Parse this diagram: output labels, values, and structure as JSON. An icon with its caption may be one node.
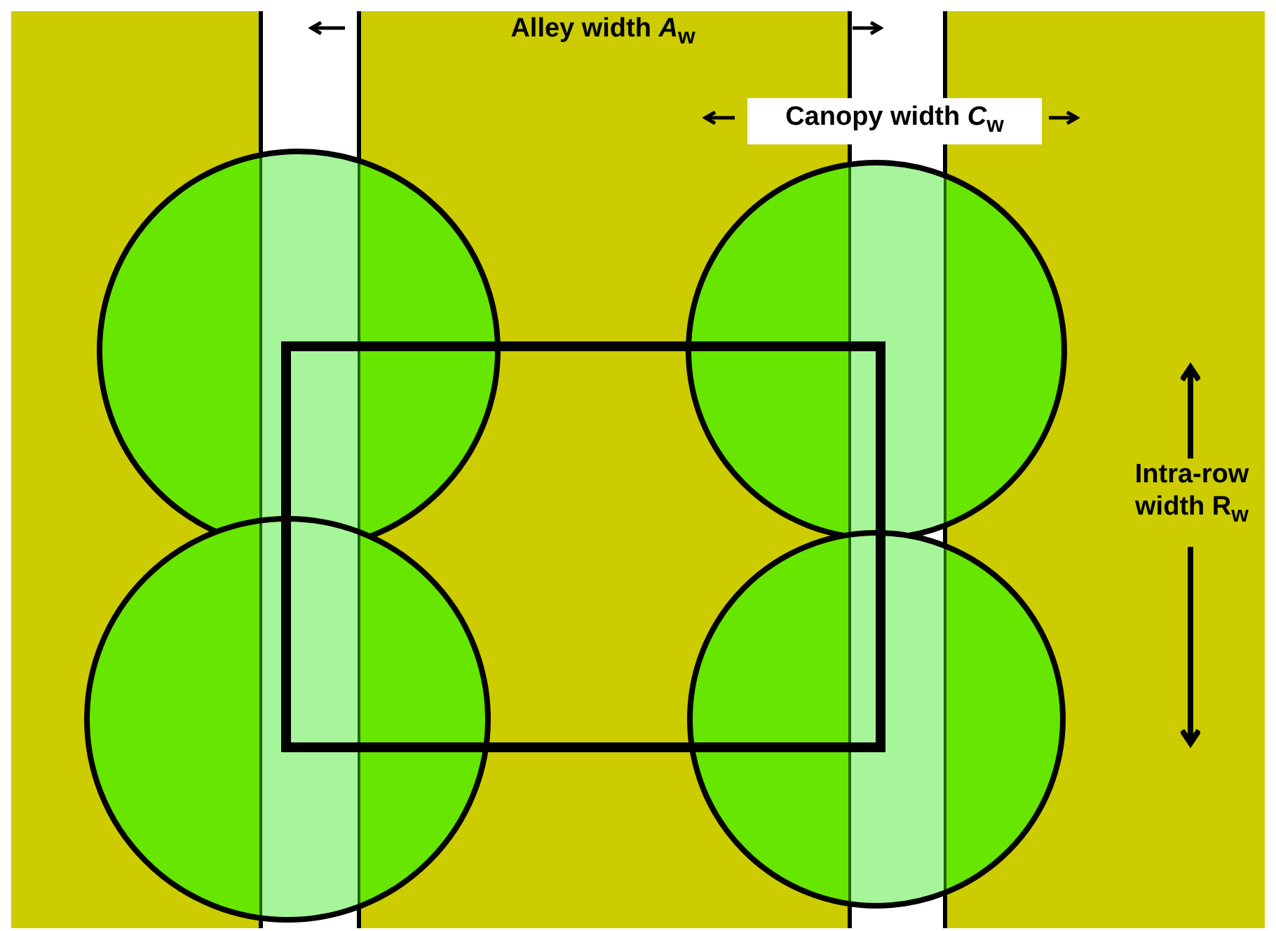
{
  "diagram": {
    "labels": [
      "Alley width *A*$_{w}$",
      "Canopy width *C*$_{w}$",
      "Intra-row width R$_{w}$"
    ]
  }
}
